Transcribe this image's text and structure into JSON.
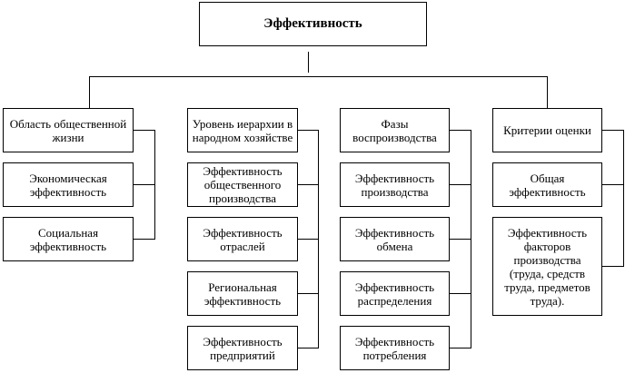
{
  "title": "Эффективность",
  "groups": [
    {
      "header": "Область общественной жизни",
      "items": [
        "Экономическая эффективность",
        "Социальная эффективность"
      ]
    },
    {
      "header": "Уровень иерархии в народном хозяйстве",
      "items": [
        "Эффективность общественного производства",
        "Эффективность отраслей",
        "Региональная эффективность",
        "Эффективность предприятий"
      ]
    },
    {
      "header": "Фазы воспроизводства",
      "items": [
        "Эффективность производства",
        "Эффективность обмена",
        "Эффективность распределения",
        "Эффективность потребления"
      ]
    },
    {
      "header": "Критерии оценки",
      "items": [
        "Общая эффективность",
        "Эффективность факторов производства (труда, средств труда, предметов труда)."
      ]
    }
  ]
}
